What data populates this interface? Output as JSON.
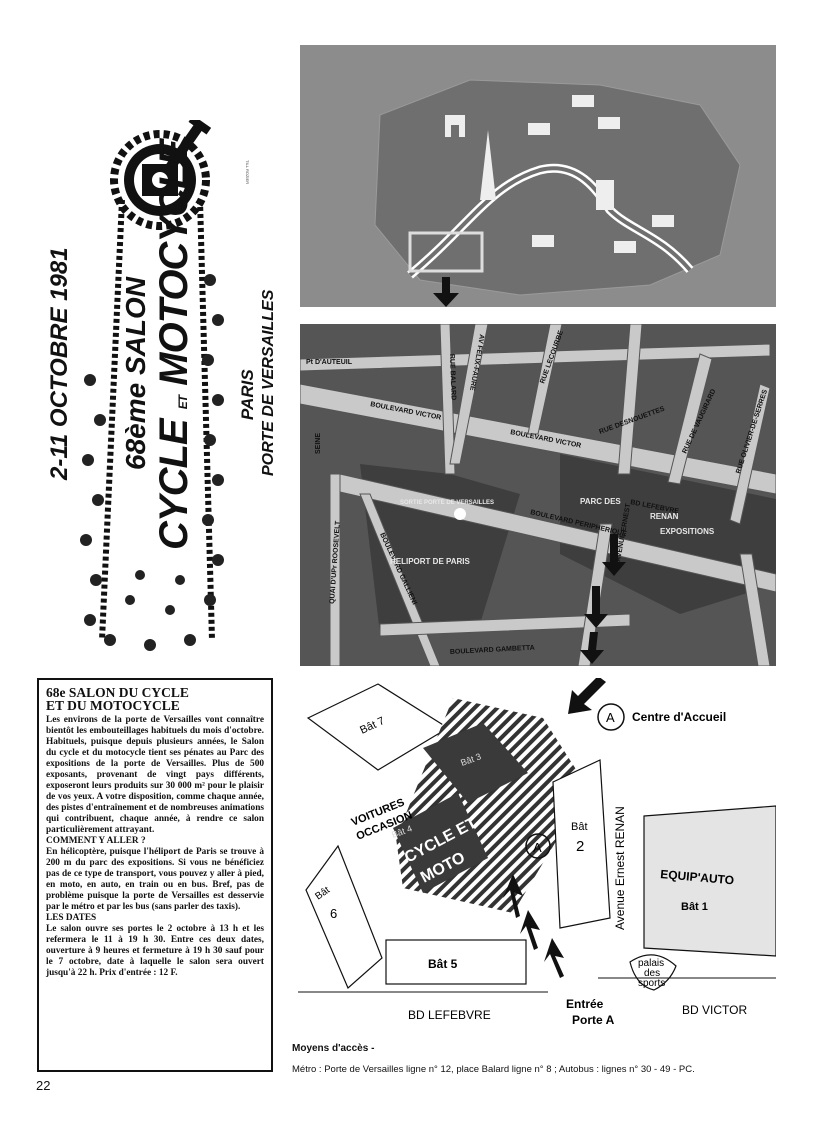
{
  "poster": {
    "dates": "2-11 OCTOBRE 1981",
    "edition": "68ème SALON",
    "title_cycle": "CYCLE",
    "title_et": "ET",
    "title_moto": "MOTOCYCLE",
    "city": "PARIS",
    "venue": "PORTE DE VERSAILLES"
  },
  "article": {
    "title_line1": "68e SALON DU CYCLE",
    "title_line2": "ET DU MOTOCYCLE",
    "para1": "Les environs de la porte de Versailles vont connaître bientôt les embouteillages habituels du mois d'octobre. Habituels, puisque depuis plusieurs années, le Salon du cycle et du motocycle tient ses pénates au Parc des expositions de la porte de Versailles. Plus de 500 exposants, provenant de vingt pays différents, exposeront leurs produits sur 30 000 m² pour le plaisir de vos yeux. A votre disposition, comme chaque année, des pistes d'entraînement et de nombreuses animations qui contribuent, chaque année, à rendre ce salon particulièrement attrayant.",
    "heading2": "COMMENT Y ALLER ?",
    "para2": "En hélicoptère, puisque l'héliport de Paris se trouve à 200 m du parc des expositions. Si vous ne bénéficiez pas de ce type de transport, vous pouvez y aller à pied, en moto, en auto, en train ou en bus. Bref, pas de problème puisque la porte de Versailles est desservie par le métro et par les bus (sans parler des taxis).",
    "heading3": "LES DATES",
    "para3": "Le salon ouvre ses portes le 2 octobre à 13 h et les refermera le 11 à 19 h 30. Entre ces deux dates, ouverture à 9 heures et fermeture à 19 h 30 sauf pour le 7 octobre, date à laquelle le salon sera ouvert jusqu'à 22 h. Prix d'entrée : 12 F."
  },
  "page_number": "22",
  "map2": {
    "pt_dauteuil": "Pt D'AUTEUIL",
    "bd_victor_left": "BOULEVARD VICTOR",
    "bd_victor_right": "BOULEVARD VICTOR",
    "rue_balard": "RUE BALARD",
    "av_felix_faure": "AV FELIX-FAURE",
    "rue_lecourbe": "RUE LECOURBE",
    "rue_desnouettes": "RUE DESNOUETTES",
    "rue_vaugirard": "RUE DE VAUGIRARD",
    "rue_olivier": "RUE OLIVIER-DE-SERRES",
    "seine": "SEINE",
    "sortie": "SORTIE PORTE DE VERSAILLES",
    "parc_des": "PARC DES",
    "expositions": "EXPOSITIONS",
    "renan": "RENAN",
    "bd_lefebvre": "BD LEFEBVRE",
    "periph": "BOULEVARD PERIPHERIQUE",
    "heliport": "HELIPORT DE PARIS",
    "quai": "QUAI D'UPr ROOSEVELT",
    "bd_gallieni": "BOULEVARD GALLIENI",
    "bd_gambetta": "BOULEVARD GAMBETTA",
    "av_ernest": "AVENUE ERNEST"
  },
  "map3": {
    "centre_letter": "A",
    "centre_label": "Centre d'Accueil",
    "bat7": "Bât 7",
    "bat3": "Bât 3",
    "bat4": "Bât 4",
    "voitures": "VOITURES",
    "occasion": "OCCASION",
    "cycle_et": "CYCLE ET",
    "moto": "MOTO",
    "bat2_a": "Bât",
    "bat2_b": "2",
    "avenue": "Avenue Ernest RENAN",
    "equip": "EQUIP'AUTO",
    "bat1": "Bât 1",
    "bat6_a": "Bât",
    "bat6_b": "6",
    "bat5": "Bât 5",
    "palais1": "palais",
    "palais2": "des",
    "palais3": "sports",
    "entree": "Entrée",
    "porte": "Porte A",
    "bd_lefebvre": "BD LEFEBVRE",
    "bd_victor": "BD VICTOR",
    "entry_letter": "A"
  },
  "access": {
    "title": "Moyens d'accès -",
    "line": "Métro : Porte de Versailles ligne n° 12, place Balard ligne n° 8 ; Autobus : lignes n° 30 - 49 - PC."
  }
}
